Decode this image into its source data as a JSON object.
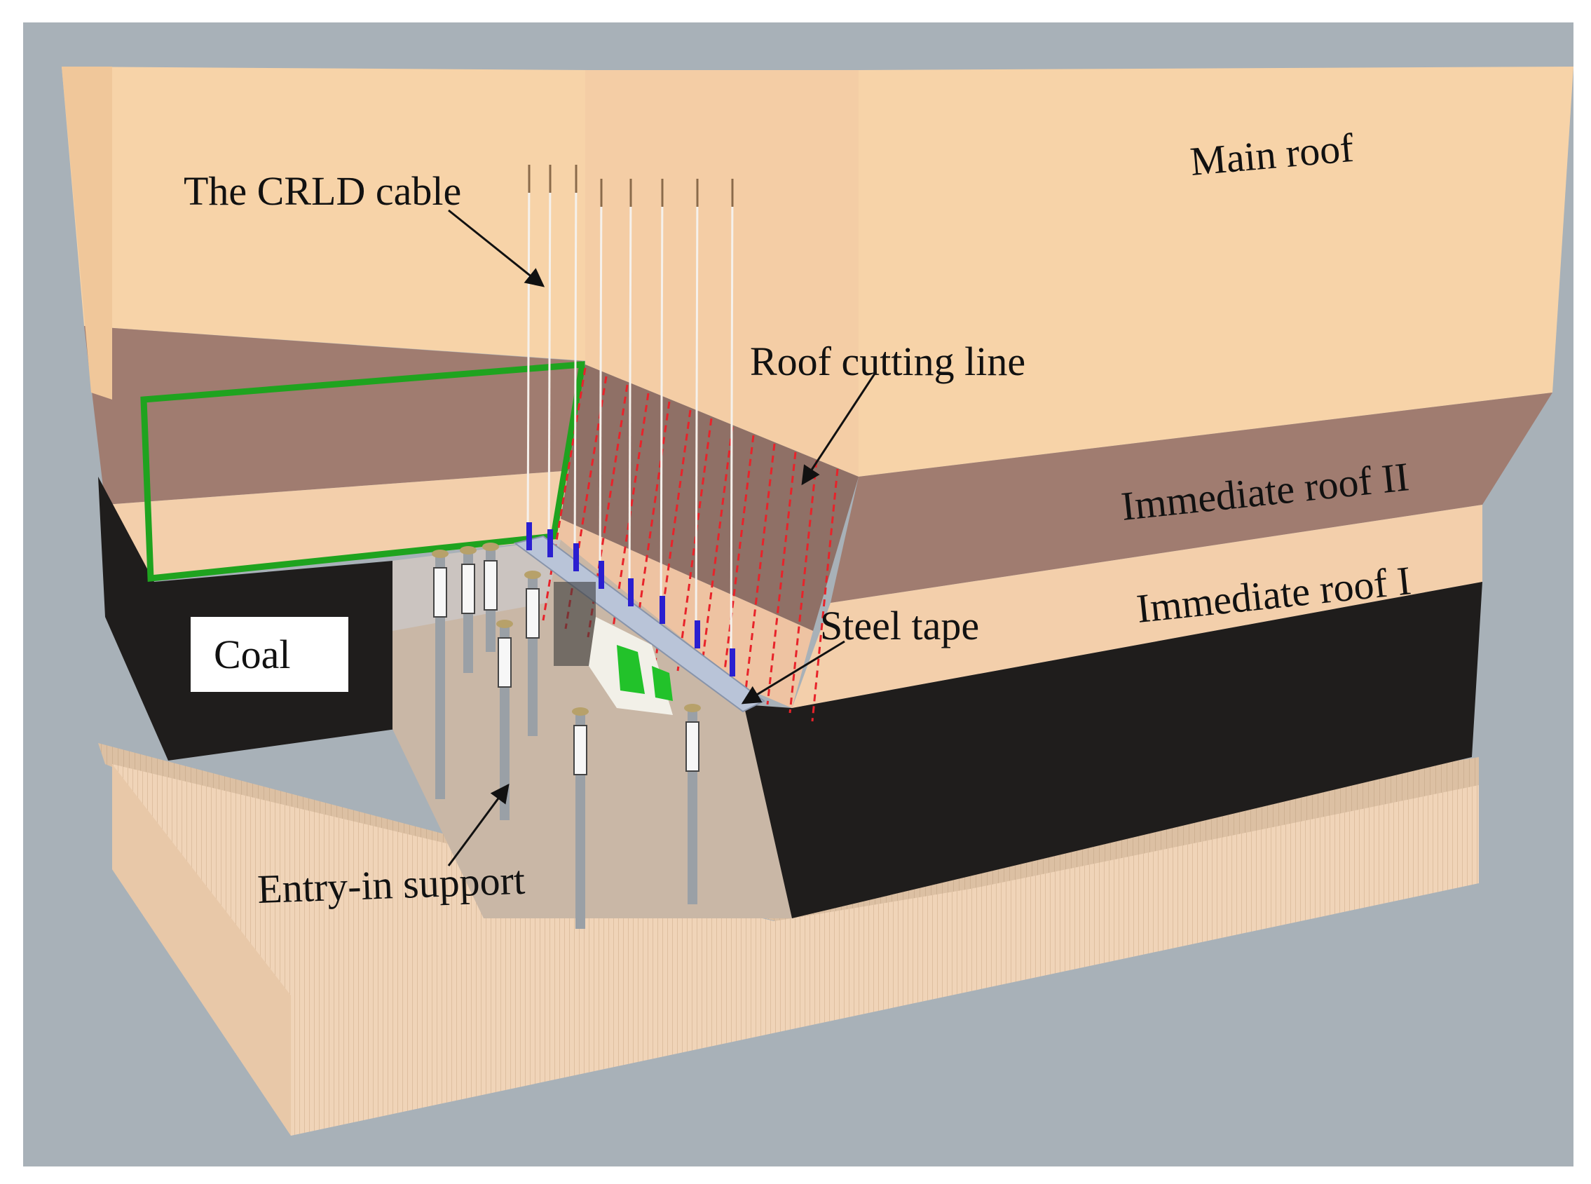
{
  "figure": {
    "labels": {
      "crld_cable": "The CRLD cable",
      "main_roof": "Main roof",
      "roof_cutting_line": "Roof cutting line",
      "immediate_roof_2": "Immediate roof II",
      "immediate_roof_1": "Immediate roof I",
      "steel_tape": "Steel tape",
      "coal": "Coal",
      "entry_in_support": "Entry-in support"
    },
    "colors": {
      "background": "#a8b1b8",
      "main_roof": "#f7d3a8",
      "immediate_roof_2": "#a07c70",
      "immediate_roof_1": "#f3cfab",
      "coal": "#1f1d1c",
      "floor": "#f0d4b8",
      "cut_outline": "#1fa31f",
      "cut_line": "#e8232a",
      "cable": "#f5f1ec",
      "steel_tape": "#b9c4d8",
      "anchor": "#2a1fd0"
    },
    "icons": [
      "arrow-icon"
    ]
  }
}
